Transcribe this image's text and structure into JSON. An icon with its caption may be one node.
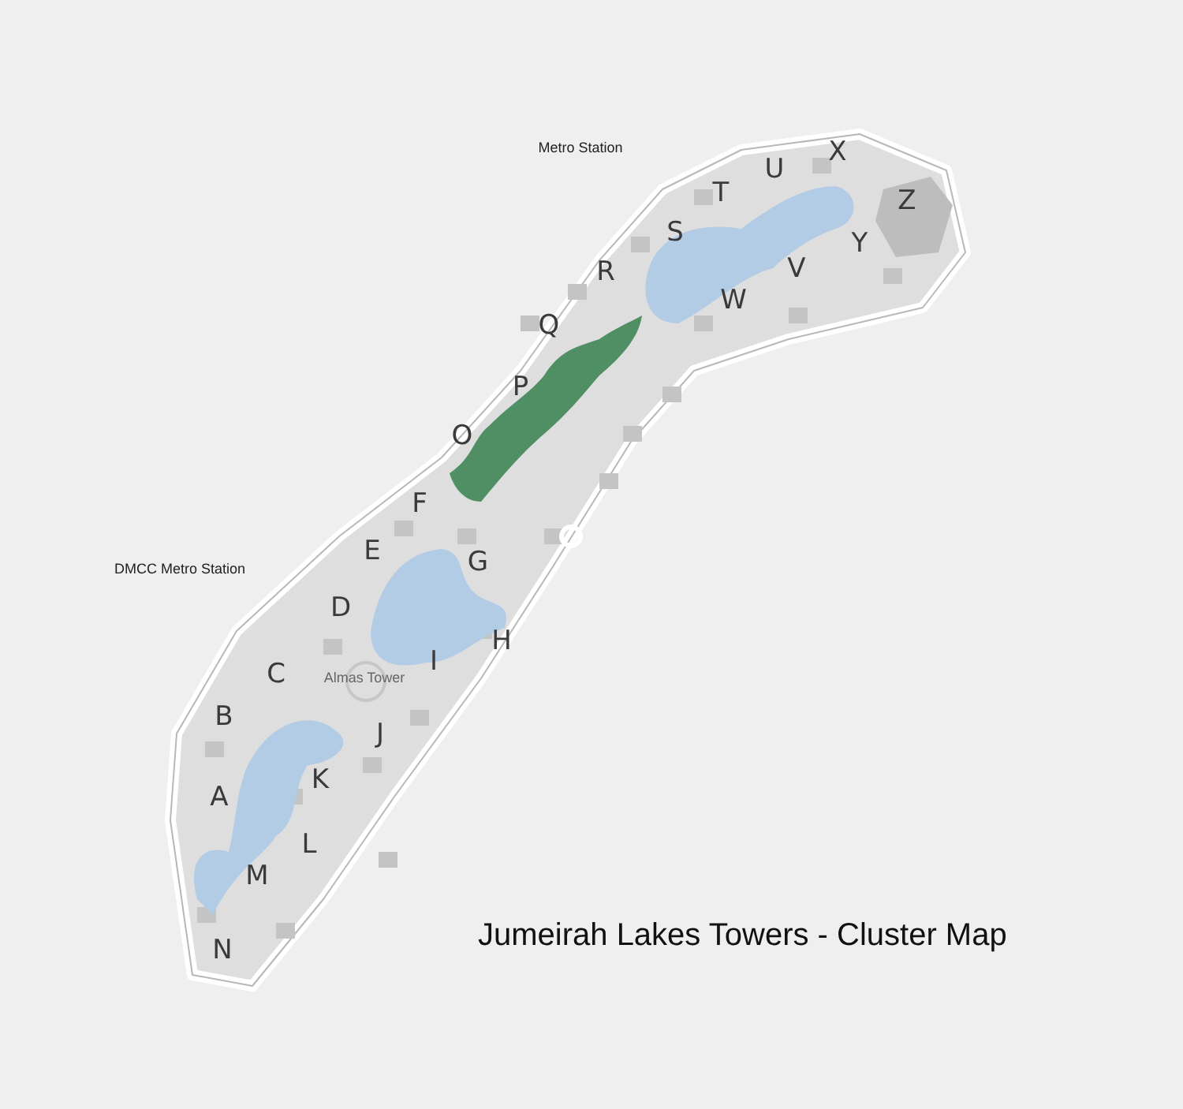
{
  "diagram": {
    "caption": "Jumeirah Lakes Towers - Cluster Map",
    "labels": [
      "Metro Station",
      "X",
      "U",
      "Z",
      "T",
      "S",
      "Y",
      "R",
      "V",
      "W",
      "Q",
      "P",
      "O",
      "F",
      "DMCC Metro Station",
      "E",
      "G",
      "D",
      "H",
      "C",
      "Almas Tower",
      "I",
      "B",
      "J",
      "A",
      "K",
      "L",
      "M",
      "N"
    ]
  }
}
